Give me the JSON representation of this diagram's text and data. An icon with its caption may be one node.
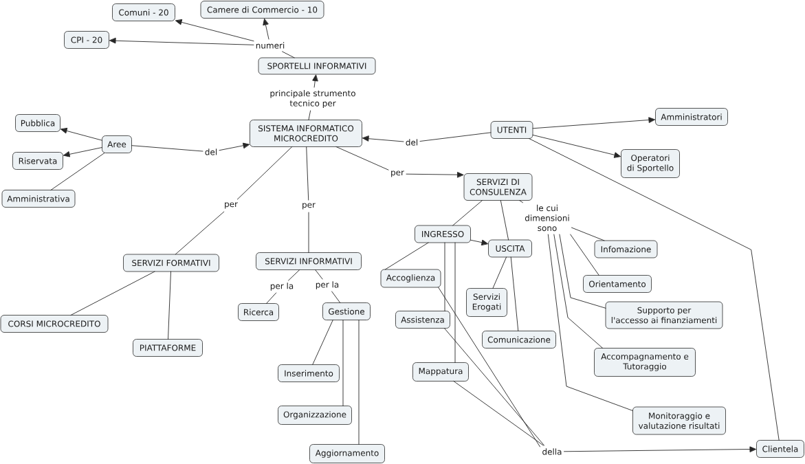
{
  "diagram": {
    "nodes": [
      {
        "text": [
          "SPORTELLI INFORMATIVI"
        ]
      },
      {
        "text": [
          "numeri"
        ]
      },
      {
        "text": [
          "Comuni - 20"
        ]
      },
      {
        "text": [
          "Camere di Commercio - 10"
        ]
      },
      {
        "text": [
          "CPI - 20"
        ]
      },
      {
        "text": [
          "principale strumento tecnico per"
        ]
      },
      {
        "text": [
          "SISTEMA INFORMATICO MICROCREDITO"
        ]
      },
      {
        "text": [
          "Aree"
        ]
      },
      {
        "text": [
          "del"
        ]
      },
      {
        "text": [
          "Pubblica"
        ]
      },
      {
        "text": [
          "Riservata"
        ]
      },
      {
        "text": [
          "Amministrativa"
        ]
      },
      {
        "text": [
          "UTENTI"
        ]
      },
      {
        "text": [
          "del"
        ]
      },
      {
        "text": [
          "Amministratori"
        ]
      },
      {
        "text": [
          "Operatori di Sportello"
        ]
      },
      {
        "text": [
          "per"
        ]
      },
      {
        "text": [
          "SERVIZI DI CONSULENZA"
        ]
      },
      {
        "text": [
          "per"
        ]
      },
      {
        "text": [
          "SERVIZI FORMATIVI"
        ]
      },
      {
        "text": [
          "per"
        ]
      },
      {
        "text": [
          "SERVIZI INFORMATIVI"
        ]
      },
      {
        "text": [
          "CORSI MICROCREDITO"
        ]
      },
      {
        "text": [
          "PIATTAFORME"
        ]
      },
      {
        "text": [
          "per la"
        ]
      },
      {
        "text": [
          "per la"
        ]
      },
      {
        "text": [
          "Ricerca"
        ]
      },
      {
        "text": [
          "Gestione"
        ]
      },
      {
        "text": [
          "Inserimento"
        ]
      },
      {
        "text": [
          "Organizzazione"
        ]
      },
      {
        "text": [
          "Aggiornamento"
        ]
      },
      {
        "text": [
          "le cui dimensioni sono"
        ]
      },
      {
        "text": [
          "INGRESSO"
        ]
      },
      {
        "text": [
          "USCITA"
        ]
      },
      {
        "text": [
          "Infomazione"
        ]
      },
      {
        "text": [
          "Accoglienza"
        ]
      },
      {
        "text": [
          "Orientamento"
        ]
      },
      {
        "text": [
          "Servizi Erogati"
        ]
      },
      {
        "text": [
          "Supporto per l'accesso ai finanziamenti"
        ]
      },
      {
        "text": [
          "Assistenza"
        ]
      },
      {
        "text": [
          "Comunicazione"
        ]
      },
      {
        "text": [
          "Accompagnamento e Tutoraggio"
        ]
      },
      {
        "text": [
          "Mappatura"
        ]
      },
      {
        "text": [
          "Monitoraggio e valutazione risultati"
        ]
      },
      {
        "text": [
          "della"
        ]
      },
      {
        "text": [
          "Clientela"
        ]
      }
    ],
    "edges": [
      {
        "from": 0,
        "to": 1,
        "arrow": "none"
      },
      {
        "from": 1,
        "to": 2,
        "arrow": "to"
      },
      {
        "from": 1,
        "to": 3,
        "arrow": "to"
      },
      {
        "from": 1,
        "to": 4,
        "arrow": "to"
      },
      {
        "from": 6,
        "to": 5,
        "arrow": "none"
      },
      {
        "from": 5,
        "to": 0,
        "arrow": "to"
      },
      {
        "from": 7,
        "to": 8,
        "arrow": "none"
      },
      {
        "from": 8,
        "to": 6,
        "arrow": "to"
      },
      {
        "from": 7,
        "to": 9,
        "arrow": "to"
      },
      {
        "from": 7,
        "to": 10,
        "arrow": "to"
      },
      {
        "from": 7,
        "to": 11,
        "arrow": "none"
      },
      {
        "from": 12,
        "to": 13,
        "arrow": "none"
      },
      {
        "from": 13,
        "to": 6,
        "arrow": "to"
      },
      {
        "from": 12,
        "to": 14,
        "arrow": "to"
      },
      {
        "from": 12,
        "to": 15,
        "arrow": "to"
      },
      {
        "from": 12,
        "to": 45,
        "arrow": "none"
      },
      {
        "from": 6,
        "to": 16,
        "arrow": "none"
      },
      {
        "from": 16,
        "to": 17,
        "arrow": "to"
      },
      {
        "from": 6,
        "to": 18,
        "arrow": "none"
      },
      {
        "from": 18,
        "to": 19,
        "arrow": "none"
      },
      {
        "from": 6,
        "to": 20,
        "arrow": "none"
      },
      {
        "from": 20,
        "to": 21,
        "arrow": "none"
      },
      {
        "from": 19,
        "to": 22,
        "arrow": "none"
      },
      {
        "from": 19,
        "to": 23,
        "arrow": "none"
      },
      {
        "from": 21,
        "to": 24,
        "arrow": "none"
      },
      {
        "from": 24,
        "to": 26,
        "arrow": "none"
      },
      {
        "from": 21,
        "to": 25,
        "arrow": "none"
      },
      {
        "from": 25,
        "to": 27,
        "arrow": "none"
      },
      {
        "from": 27,
        "to": 28,
        "arrow": "none"
      },
      {
        "from": 27,
        "to": 29,
        "arrow": "none"
      },
      {
        "from": 27,
        "to": 30,
        "arrow": "none"
      },
      {
        "from": 17,
        "to": 32,
        "arrow": "none"
      },
      {
        "from": 17,
        "to": 33,
        "arrow": "none"
      },
      {
        "from": 17,
        "to": 31,
        "arrow": "none"
      },
      {
        "from": 31,
        "to": 34,
        "arrow": "none"
      },
      {
        "from": 31,
        "to": 36,
        "arrow": "none"
      },
      {
        "from": 31,
        "to": 38,
        "arrow": "none"
      },
      {
        "from": 31,
        "to": 41,
        "arrow": "none"
      },
      {
        "from": 31,
        "to": 43,
        "arrow": "none"
      },
      {
        "from": 32,
        "to": 33,
        "arrow": "to"
      },
      {
        "from": 32,
        "to": 35,
        "arrow": "none"
      },
      {
        "from": 32,
        "to": 39,
        "arrow": "none"
      },
      {
        "from": 32,
        "to": 42,
        "arrow": "none"
      },
      {
        "from": 33,
        "to": 37,
        "arrow": "none"
      },
      {
        "from": 33,
        "to": 40,
        "arrow": "none"
      },
      {
        "from": 35,
        "to": 44,
        "arrow": "none"
      },
      {
        "from": 39,
        "to": 44,
        "arrow": "none"
      },
      {
        "from": 42,
        "to": 44,
        "arrow": "none"
      },
      {
        "from": 44,
        "to": 45,
        "arrow": "to"
      }
    ]
  }
}
